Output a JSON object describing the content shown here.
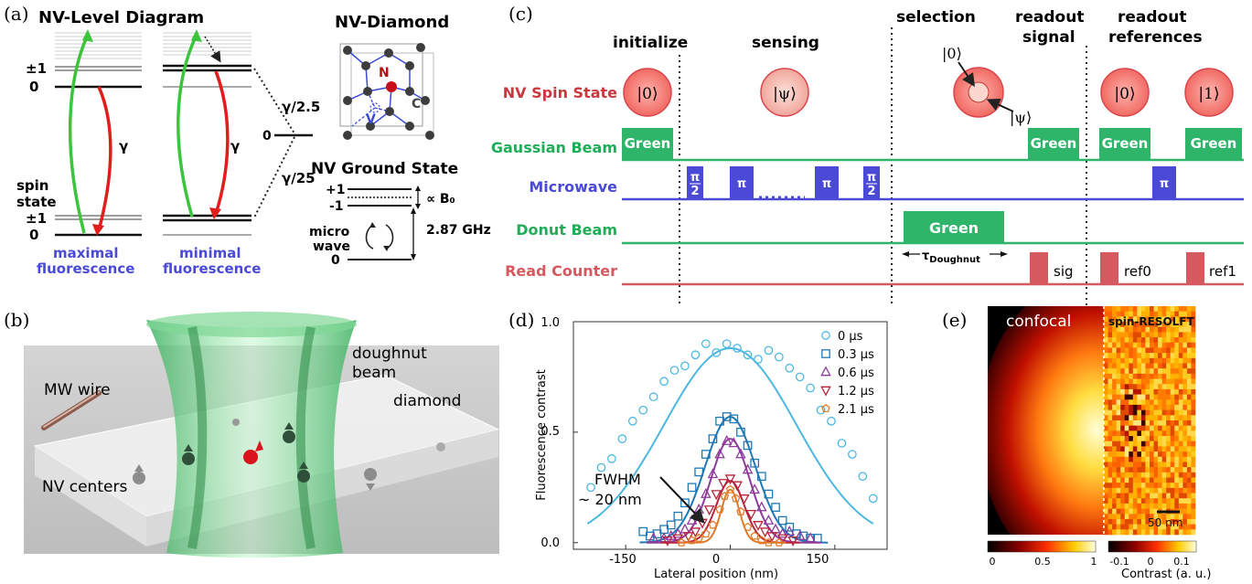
{
  "panels": {
    "a": "(a)",
    "b": "(b)",
    "c": "(c)",
    "d": "(d)",
    "e": "(e)"
  },
  "level_diagram": {
    "title": "NV-Level Diagram",
    "pm1": "±1",
    "zero": "0",
    "gamma": "γ",
    "spin_state": [
      "spin",
      "state"
    ],
    "maximal": [
      "maximal",
      "fluorescence"
    ],
    "minimal": [
      "minimal",
      "fluorescence"
    ],
    "rate_fast": "γ/2.5",
    "rate_slow": "γ/25",
    "mid_zero": "0"
  },
  "diamond": {
    "title": "NV-Diamond",
    "atom_n": "N",
    "atom_c": "C",
    "atom_v": "V"
  },
  "ground_state": {
    "title": "NV Ground State",
    "plus1": "+1",
    "minus1": "-1",
    "zero": "0",
    "field": "∝ B₀",
    "freq": "2.87 GHz",
    "micro": "micro",
    "wave": "wave"
  },
  "sequence": {
    "phases": [
      "initialize",
      "sensing",
      "selection",
      "readout signal",
      "readout references"
    ],
    "rows": [
      "NV Spin State",
      "Gaussian Beam",
      "Microwave",
      "Donut Beam",
      "Read Counter"
    ],
    "green": "Green",
    "pulse_pi": "π",
    "pulse_pi2": "π/2",
    "state0": "|0⟩",
    "state1": "|1⟩",
    "statepsi": "|ψ⟩",
    "donut_label": "τDoughnut",
    "sig": "sig",
    "ref0": "ref0",
    "ref1": "ref1"
  },
  "sketch": {
    "doughnut": [
      "doughnut",
      "beam"
    ],
    "mw": "MW wire",
    "diamond": "diamond",
    "nv": "NV centers"
  },
  "confocal": {
    "left": "confocal",
    "right": "spin-RESOLFT",
    "scale": "50 nm",
    "cb1_ticks": [
      "0",
      "0.5",
      "1"
    ],
    "cb2_ticks": [
      "-0.1",
      "0",
      "0.1"
    ],
    "cb_label": "Contrast (a. u.)"
  },
  "chart_data": {
    "type": "scatter",
    "xlabel": "Lateral position (nm)",
    "ylabel": "Fluorescence contrast",
    "xlim": [
      -225,
      225
    ],
    "ylim": [
      -0.03,
      1.0
    ],
    "xticks": [
      "-150",
      "0",
      "150"
    ],
    "yticks": [
      "0.0",
      "0.5",
      "1.0"
    ],
    "annotation": [
      "FWHM",
      "~ 20 nm"
    ],
    "series": [
      {
        "name": "0 µs",
        "marker": "circle",
        "color": "#4cb8e0",
        "fit_amp": 0.88,
        "fit_sigma": 95,
        "fit_range": [
          -205,
          205
        ],
        "x": [
          -200,
          -185,
          -170,
          -155,
          -140,
          -125,
          -110,
          -95,
          -80,
          -65,
          -50,
          -35,
          -20,
          -5,
          10,
          25,
          40,
          55,
          70,
          85,
          100,
          115,
          130,
          145,
          160,
          175,
          190,
          205
        ],
        "y": [
          0.25,
          0.34,
          0.38,
          0.47,
          0.55,
          0.6,
          0.66,
          0.73,
          0.78,
          0.8,
          0.85,
          0.9,
          0.86,
          0.9,
          0.88,
          0.85,
          0.83,
          0.87,
          0.84,
          0.79,
          0.75,
          0.7,
          0.6,
          0.55,
          0.45,
          0.4,
          0.3,
          0.2
        ]
      },
      {
        "name": "0.3 µs",
        "marker": "square",
        "color": "#1f78b4",
        "fit_amp": 0.57,
        "fit_sigma": 36,
        "fit_range": [
          -130,
          140
        ],
        "x": [
          -125,
          -115,
          -105,
          -95,
          -85,
          -75,
          -65,
          -55,
          -45,
          -35,
          -25,
          -15,
          -5,
          5,
          15,
          25,
          35,
          45,
          55,
          65,
          75,
          85,
          95,
          105,
          115,
          125
        ],
        "y": [
          0.05,
          0.03,
          0.04,
          0.06,
          0.08,
          0.12,
          0.18,
          0.25,
          0.32,
          0.4,
          0.47,
          0.55,
          0.57,
          0.56,
          0.5,
          0.44,
          0.36,
          0.3,
          0.22,
          0.16,
          0.1,
          0.07,
          0.04,
          0.03,
          0.02,
          0.02
        ]
      },
      {
        "name": "0.6 µs",
        "marker": "triangle-up",
        "color": "#8e3a9d",
        "fit_amp": 0.47,
        "fit_sigma": 28,
        "fit_range": [
          -120,
          130
        ],
        "x": [
          -110,
          -95,
          -85,
          -75,
          -65,
          -55,
          -45,
          -35,
          -25,
          -15,
          -5,
          5,
          15,
          25,
          35,
          45,
          55,
          65,
          75,
          85,
          100,
          115
        ],
        "y": [
          0.02,
          0.02,
          0.03,
          0.04,
          0.06,
          0.1,
          0.15,
          0.22,
          0.31,
          0.4,
          0.46,
          0.45,
          0.4,
          0.33,
          0.24,
          0.16,
          0.1,
          0.06,
          0.04,
          0.05,
          0.03,
          0.02
        ]
      },
      {
        "name": "1.2 µs",
        "marker": "triangle-down",
        "color": "#b5253c",
        "fit_amp": 0.28,
        "fit_sigma": 20,
        "fit_range": [
          -100,
          100
        ],
        "x": [
          -90,
          -75,
          -60,
          -50,
          -40,
          -30,
          -20,
          -10,
          0,
          10,
          20,
          30,
          40,
          50,
          60,
          75,
          90
        ],
        "y": [
          0.01,
          0.02,
          0.03,
          0.05,
          0.09,
          0.15,
          0.22,
          0.27,
          0.29,
          0.26,
          0.2,
          0.13,
          0.08,
          0.05,
          0.03,
          0.02,
          0.01
        ]
      },
      {
        "name": "2.1 µs",
        "marker": "pentagon",
        "color": "#e07b2a",
        "fit_amp": 0.24,
        "fit_sigma": 13,
        "fit_range": [
          -75,
          80
        ],
        "x": [
          -70,
          -55,
          -45,
          -35,
          -25,
          -15,
          -8,
          0,
          8,
          15,
          25,
          35,
          45,
          55,
          70
        ],
        "y": [
          0.0,
          0.01,
          0.02,
          0.04,
          0.08,
          0.15,
          0.21,
          0.24,
          0.2,
          0.14,
          0.07,
          0.03,
          0.01,
          0.0,
          0.0
        ]
      }
    ]
  }
}
